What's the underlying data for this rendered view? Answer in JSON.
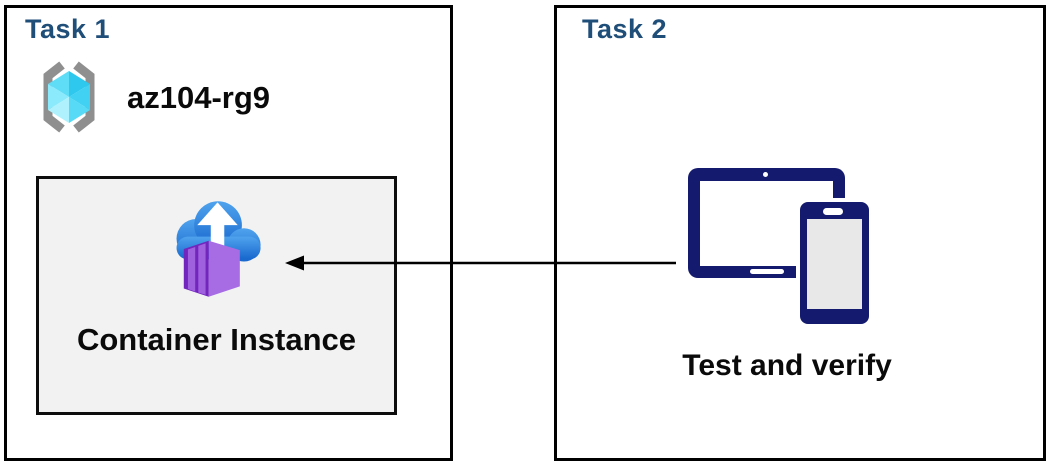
{
  "task1": {
    "title": "Task 1",
    "resource_group": {
      "name": "az104-rg9"
    },
    "container_instance": {
      "label": "Container Instance"
    }
  },
  "task2": {
    "title": "Task 2",
    "devices": {
      "label": "Test and verify"
    }
  },
  "connector": {
    "from": "devices",
    "to": "container-instance-box",
    "direction": "left"
  },
  "icons": [
    {
      "name": "resource-group-icon"
    },
    {
      "name": "container-instances-icon"
    },
    {
      "name": "tablet-icon"
    },
    {
      "name": "phone-icon"
    },
    {
      "name": "arrow-left-icon"
    }
  ],
  "colors": {
    "title-blue": "#1F4E79",
    "device-navy": "#141A6E",
    "phone-screen": "#E8E8E8",
    "box-fill": "#F2F2F2",
    "border-black": "#000000",
    "bracket-gray": "#8F8F8F",
    "cloud-top": "#4FA3ED",
    "cloud-bottom": "#1767CE",
    "container-purple-dark": "#7226BE",
    "container-purple-light": "#A76CE3",
    "cube-cyan-light": "#8BEAFB",
    "cube-cyan-dark": "#2EC8EF"
  }
}
